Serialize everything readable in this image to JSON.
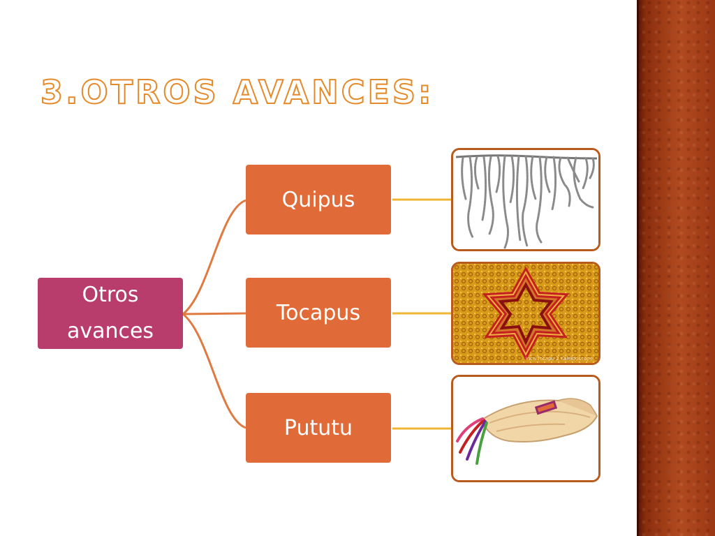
{
  "slide": {
    "title": "3.OTROS AVANCES:"
  },
  "diagram": {
    "root": {
      "line1": "Otros",
      "line2": "avances"
    },
    "children": [
      {
        "label": "Quipus"
      },
      {
        "label": "Tocapus"
      },
      {
        "label": "Pututu"
      }
    ]
  },
  "images": {
    "tocapu_caption": "Inca Tocapu 2 Kaleidoscope"
  },
  "colors": {
    "root_fill": "#b83d6d",
    "child_fill": "#e06a38",
    "branch_line": "#e07a40",
    "leader_line": "#f2b433",
    "frame_border": "#b85a1c",
    "sidebar": "#9a3714",
    "title_outline": "#e58a2a"
  }
}
